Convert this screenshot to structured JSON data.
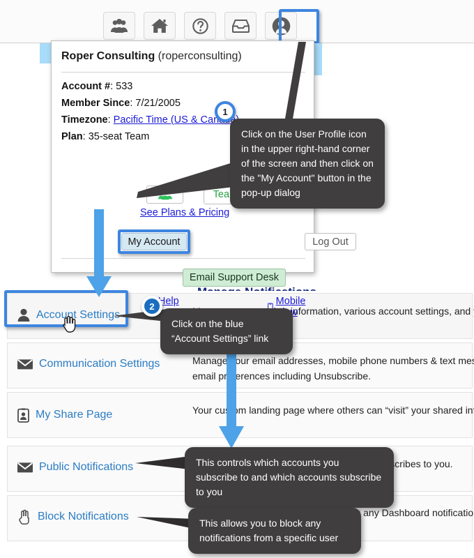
{
  "toolbar": {
    "icons": [
      {
        "name": "group-icon",
        "label": "Team"
      },
      {
        "name": "home-icon",
        "label": "Home"
      },
      {
        "name": "question-icon",
        "label": "Help"
      },
      {
        "name": "inbox-icon",
        "label": "Inbox"
      },
      {
        "name": "user-profile-icon",
        "label": "User Profile"
      }
    ],
    "highlight_color": "#3d85e0"
  },
  "dialog": {
    "account_name": "Roper Consulting",
    "account_handle": "(roperconsulting)",
    "fields": [
      {
        "label": "Account #",
        "value": "533",
        "is_link": false
      },
      {
        "label": "Member Since",
        "value": "7/21/2005",
        "is_link": false
      },
      {
        "label": "Timezone",
        "value": "Pacific Time (US & Canada)",
        "is_link": true
      },
      {
        "label": "Plan",
        "value": "35-seat Team",
        "is_link": false
      }
    ],
    "team_console_label": "Team Console",
    "see_plans_label": "See Plans & Pricing",
    "my_account_label": "My Account",
    "log_out_label": "Log Out",
    "email_support_label": "Email Support Desk",
    "help_label": "Help",
    "help_glyph": "?",
    "mobile_view_label": "Mobile View"
  },
  "notifications": {
    "heading": "Manage Notifications",
    "rows": [
      {
        "icon": "person-icon",
        "label": "Account Settings",
        "description": "Manage your member information, various account settings, and your credit cards."
      },
      {
        "icon": "envelope-icon",
        "label": "Communication Settings",
        "description": "Manage your email addresses, mobile phone numbers & text message usage. Set email preferences including Unsubscribe."
      },
      {
        "icon": "id-badge-icon",
        "label": "My Share Page",
        "description": "Your custom landing page where others can “visit” your shared information."
      },
      {
        "icon": "envelope-icon",
        "label": "Public Notifications",
        "description": "Subscribe to other accounts and see who subscribes to you."
      },
      {
        "icon": "hand-icon",
        "label": "Block Notifications",
        "description": "Block other accounts from sending you any Dashboard notifications."
      }
    ]
  },
  "callouts": [
    {
      "badge": "1",
      "text": "Click on the User Profile icon in the upper right-hand corner of the screen and then click on the \"My Account\" button in the pop-up dialog"
    },
    {
      "badge": "2",
      "text": "Click on the blue “Account Settings” link"
    },
    {
      "badge": "",
      "text": "This controls which accounts you subscribe to and which accounts subscribe to you"
    },
    {
      "badge": "",
      "text": "This allows you to block any notifications from a specific user"
    }
  ],
  "colors": {
    "highlight_blue": "#3d85e0",
    "callout_bg": "#403e3e",
    "link_blue": "#2b7cc4",
    "heading_navy": "#15267a",
    "green_accent": "#25a244"
  }
}
